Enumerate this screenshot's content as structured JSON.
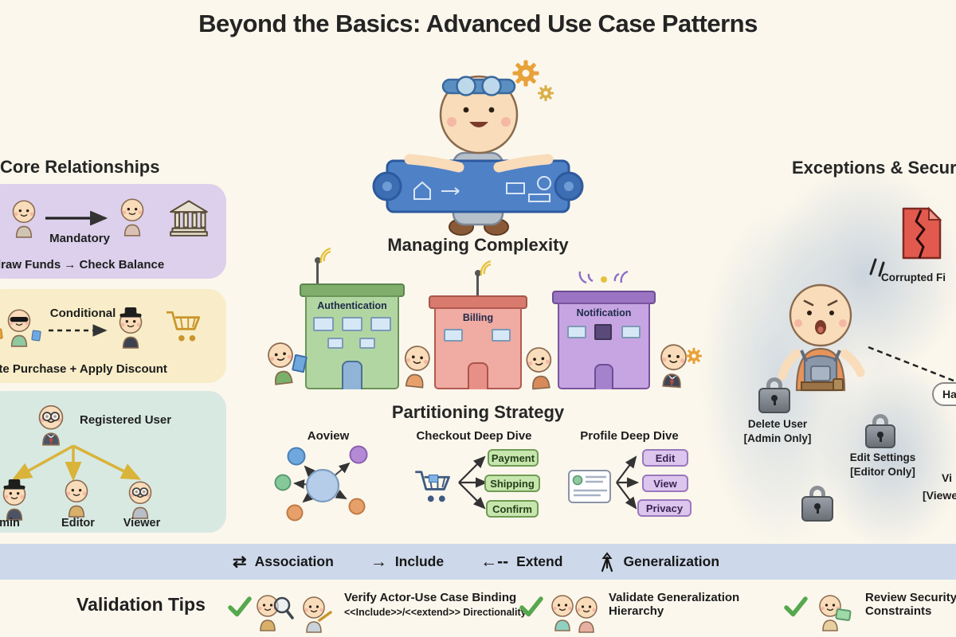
{
  "title": "Beyond the Basics: Advanced Use Case Patterns",
  "left": {
    "heading": "Core Relationships",
    "mandatory_card": {
      "label": "Mandatory",
      "caption": "draw Funds → Check Balance"
    },
    "conditional_card": {
      "label": "Conditional",
      "caption": "ete Purchase + Apply Discount"
    },
    "generalization_card": {
      "parent_label": "Registered User",
      "children": [
        "min",
        "Editor",
        "Viewer"
      ]
    }
  },
  "center": {
    "complexity_heading": "Managing Complexity",
    "buildings": [
      "Authentication",
      "Billing",
      "Notification"
    ],
    "partitioning_heading": "Partitioning Strategy",
    "overview_label": "Aoview",
    "checkout": {
      "heading": "Checkout Deep Dive",
      "steps": [
        "Payment",
        "Shipping",
        "Confirm"
      ]
    },
    "profile": {
      "heading": "Profile Deep Dive",
      "steps": [
        "Edit",
        "View",
        "Privacy"
      ]
    }
  },
  "right": {
    "heading": "Exceptions & Securit",
    "corrupted_caption": "Corrupted Fi",
    "handle_fragment": "Ha",
    "locks": [
      {
        "line1": "Delete User",
        "line2": "[Admin Only]"
      },
      {
        "line1": "Edit Settings",
        "line2": "[Editor Only]"
      },
      {
        "line1": "Vi",
        "line2": "[Viewe"
      }
    ]
  },
  "legend": {
    "items": [
      {
        "symbol": "⇄",
        "label": "Association"
      },
      {
        "symbol": "→",
        "label": "Include"
      },
      {
        "symbol": "←--",
        "label": "Extend"
      },
      {
        "label": "Generalization"
      }
    ]
  },
  "validation": {
    "heading": "Validation Tips",
    "tips": [
      {
        "title": "Verify Actor-Use Case Binding",
        "subtitle": "<<Include>>/<<extend>> Directionality"
      },
      {
        "title": "Validate Generalization",
        "subtitle": "Hierarchy"
      },
      {
        "title": "Review Security",
        "subtitle": "Constraints"
      }
    ]
  },
  "colors": {
    "background": "#fbf7ec",
    "legend_bar": "#cdd8ea",
    "card_mandatory": "#dcd0ec",
    "card_conditional": "#f8edc8",
    "card_generalization": "#d8e9e2",
    "building_auth": "#b2d6a2",
    "building_billing": "#f0aba3",
    "building_notification": "#c6a5e2",
    "pill_green": "#c7e6ae",
    "pill_purple": "#dcc6ee",
    "check_green": "#56a84e",
    "error_red": "#e25a4e",
    "blueprint_blue": "#4f81c7",
    "generalization_arrow": "#d9b33a"
  }
}
